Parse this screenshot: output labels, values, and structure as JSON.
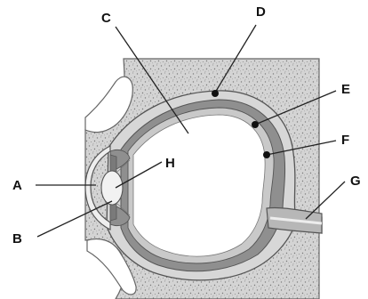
{
  "diagram": {
    "labels": {
      "A": "A",
      "B": "B",
      "C": "C",
      "D": "D",
      "E": "E",
      "F": "F",
      "G": "G",
      "H": "H"
    },
    "colors": {
      "orbit_bone": "#d4d4d4",
      "orbit_speckle": "#7d7d7d",
      "sclera": "#d7d7d7",
      "choroid": "#8f8f8f",
      "retina": "#c9c9c9",
      "optic_nerve": "#b7b7b7",
      "eyeball_interior": "#ffffff",
      "outline": "#555555",
      "label_text": "#111111"
    }
  }
}
